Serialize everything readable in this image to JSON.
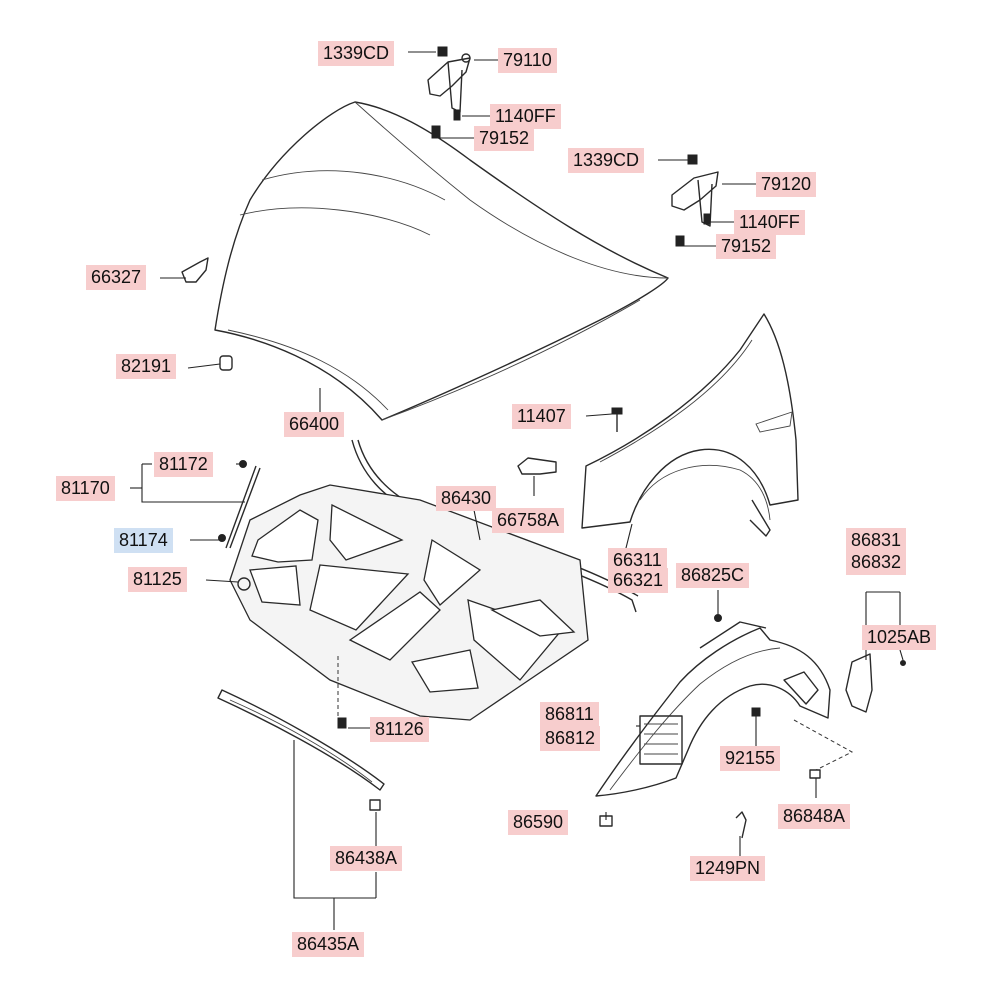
{
  "diagram": {
    "parts": {
      "p1339cd_a": "1339CD",
      "p79110": "79110",
      "p1140ff_a": "1140FF",
      "p79152_a": "79152",
      "p1339cd_b": "1339CD",
      "p79120": "79120",
      "p1140ff_b": "1140FF",
      "p79152_b": "79152",
      "p66327": "66327",
      "p82191": "82191",
      "p66400": "66400",
      "p11407": "11407",
      "p81172": "81172",
      "p81170": "81170",
      "p86430": "86430",
      "p66758a": "66758A",
      "p81174": "81174",
      "p81125": "81125",
      "p66311": "66311",
      "p66321": "66321",
      "p86825c": "86825C",
      "p86831": "86831",
      "p86832": "86832",
      "p1025ab": "1025AB",
      "p81126": "81126",
      "p86811": "86811",
      "p86812": "86812",
      "p92155": "92155",
      "p86590": "86590",
      "p86848a": "86848A",
      "p86438a": "86438A",
      "p1249pn": "1249PN",
      "p86435a": "86435A"
    },
    "colors": {
      "label_bg": "#f7cdcd",
      "selected_label_bg": "#cfe0f3",
      "line": "#2a2a2a"
    },
    "selected_part": "81174"
  }
}
